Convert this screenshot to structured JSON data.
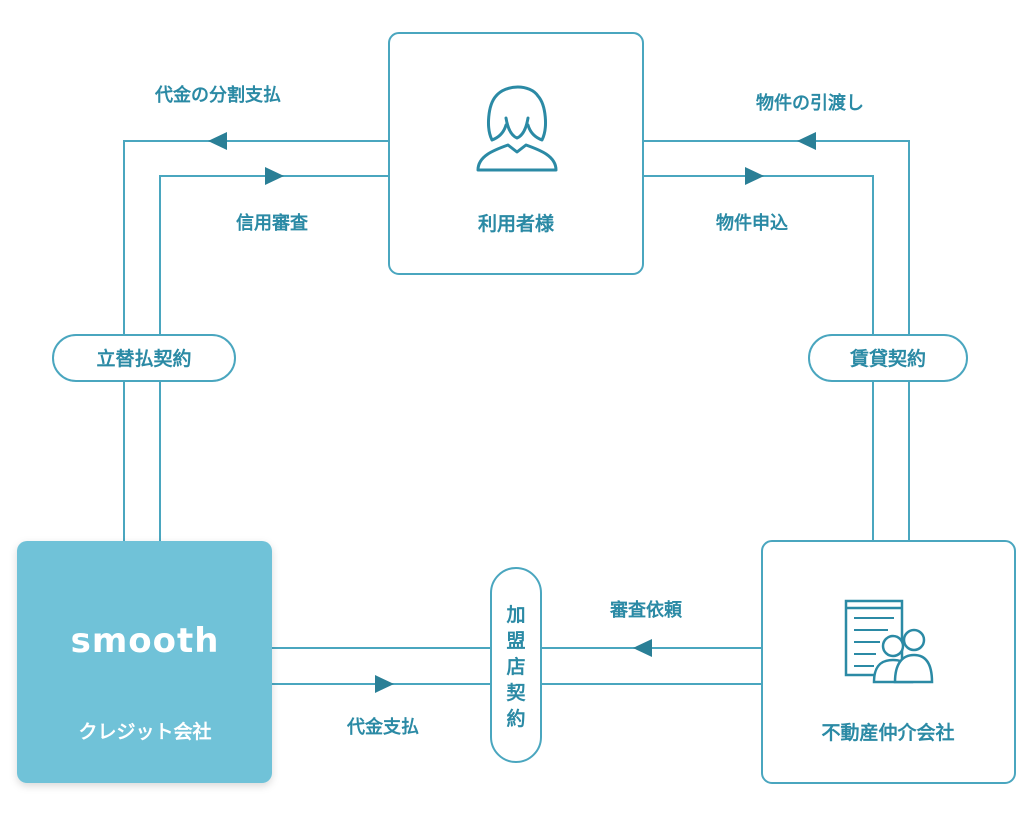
{
  "colors": {
    "accent": "#2b8aa5",
    "line": "#4aa6bf",
    "brand_fill": "#70c2d8",
    "arrow": "#2a7f96"
  },
  "nodes": {
    "user": {
      "label": "利用者様",
      "icon": "person-icon"
    },
    "credit": {
      "brand": "smooth",
      "label": "クレジット会社"
    },
    "agency": {
      "label": "不動産仲介会社",
      "icon": "office-people-icon"
    }
  },
  "contracts": {
    "left": "立替払契約",
    "right": "賃貸契約",
    "bottom": [
      "加",
      "盟",
      "店",
      "契",
      "約"
    ]
  },
  "flows": {
    "installment_payment": "代金の分割支払",
    "credit_check": "信用審査",
    "property_handover": "物件の引渡し",
    "property_application": "物件申込",
    "screening_request": "審査依頼",
    "payment": "代金支払"
  }
}
